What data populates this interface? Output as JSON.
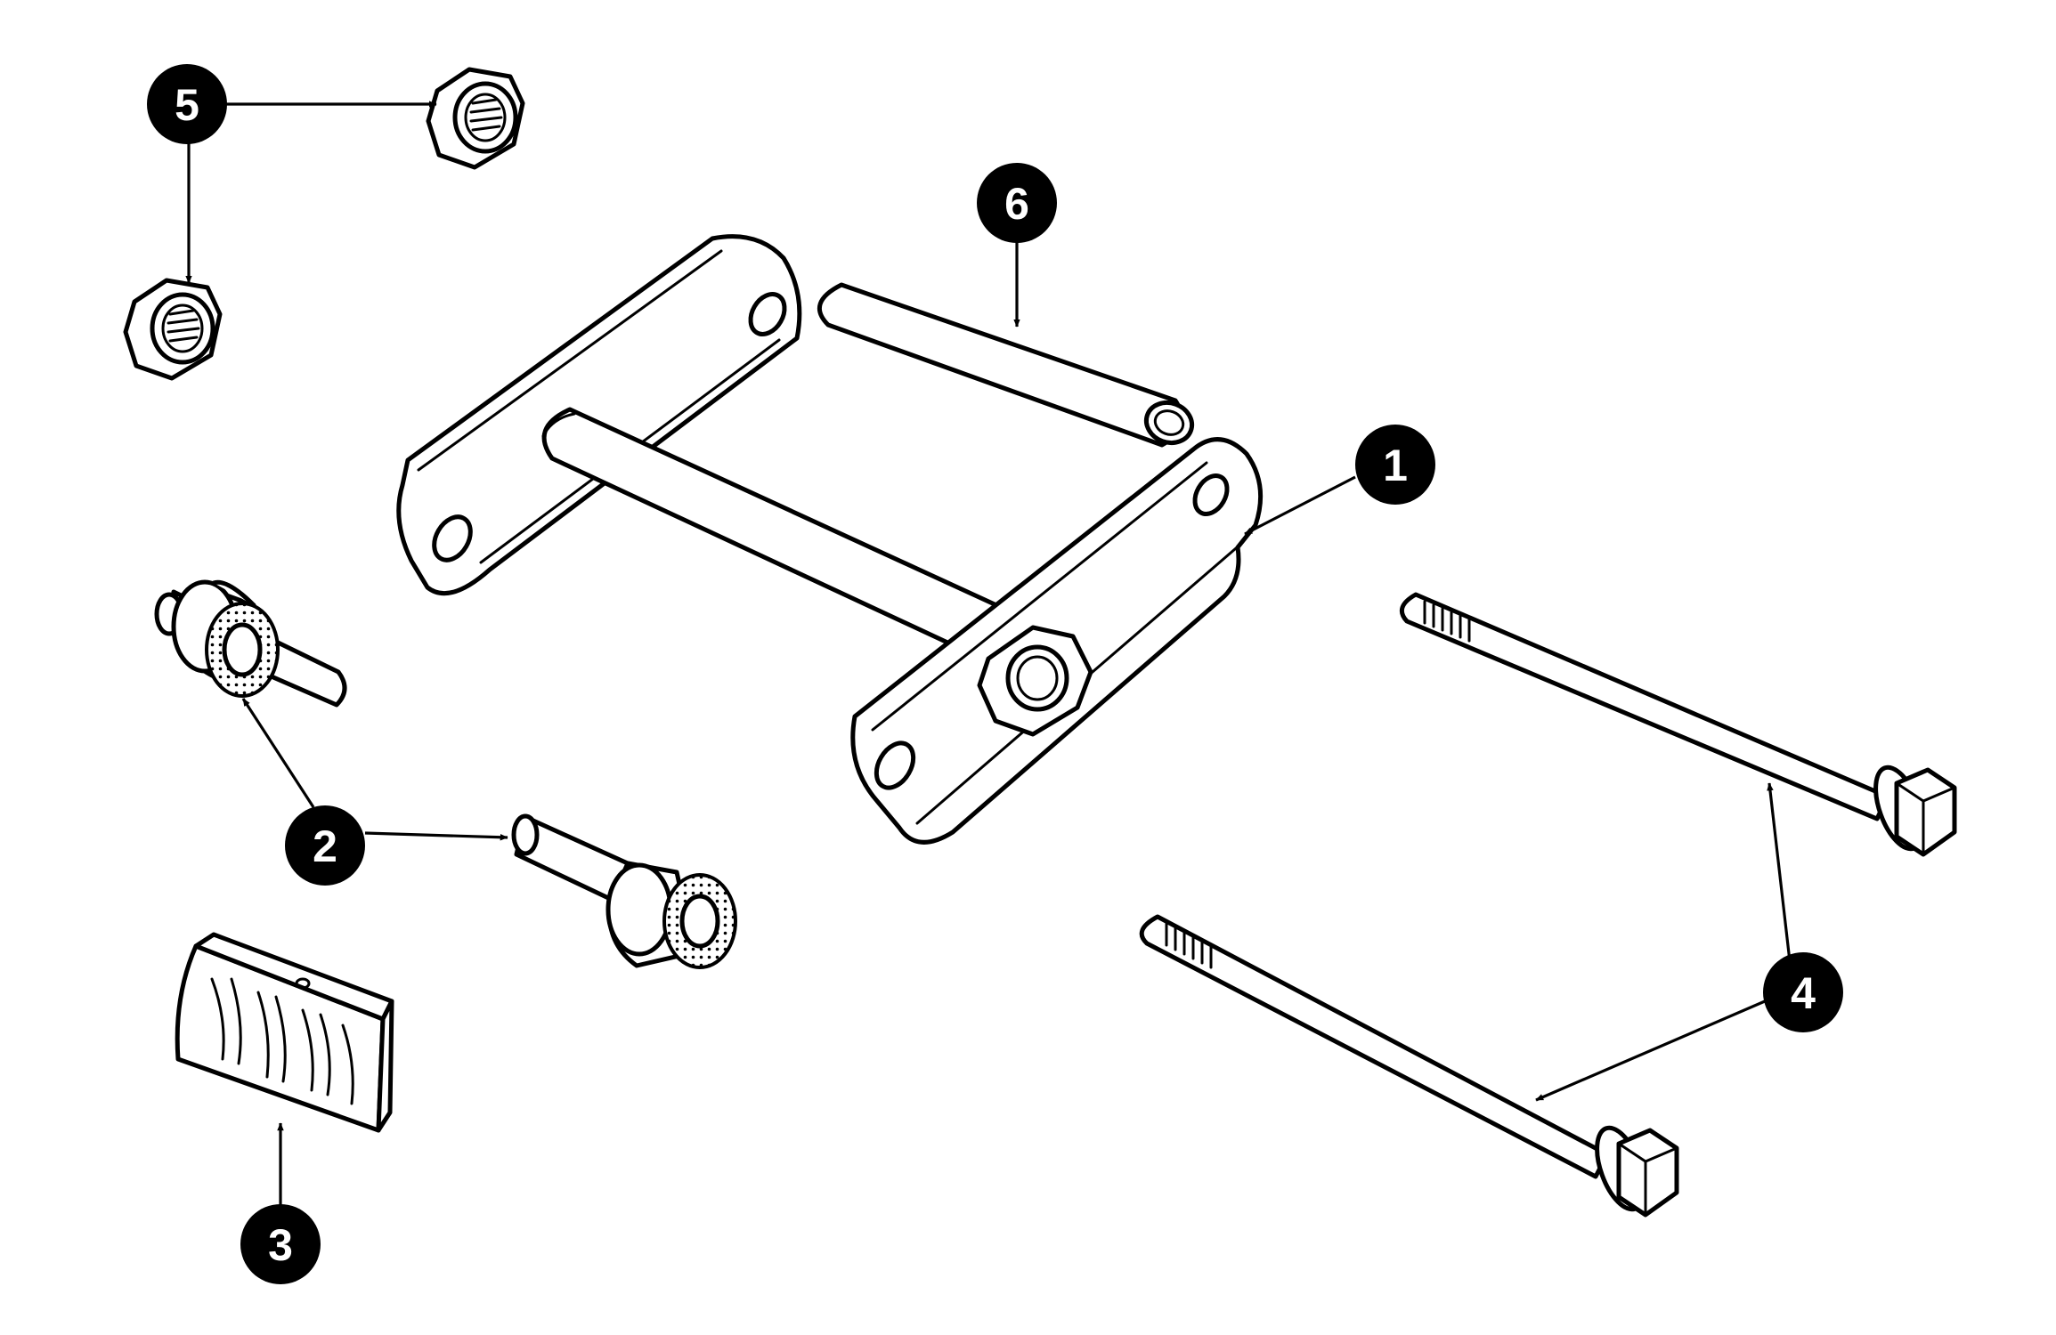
{
  "callouts": [
    {
      "id": "1",
      "label": "1"
    },
    {
      "id": "2",
      "label": "2"
    },
    {
      "id": "3",
      "label": "3"
    },
    {
      "id": "4",
      "label": "4"
    },
    {
      "id": "5",
      "label": "5"
    },
    {
      "id": "6",
      "label": "6"
    }
  ],
  "colors": {
    "line": "#000000",
    "background": "#ffffff",
    "callout_fill": "#000000",
    "callout_text": "#ffffff"
  }
}
